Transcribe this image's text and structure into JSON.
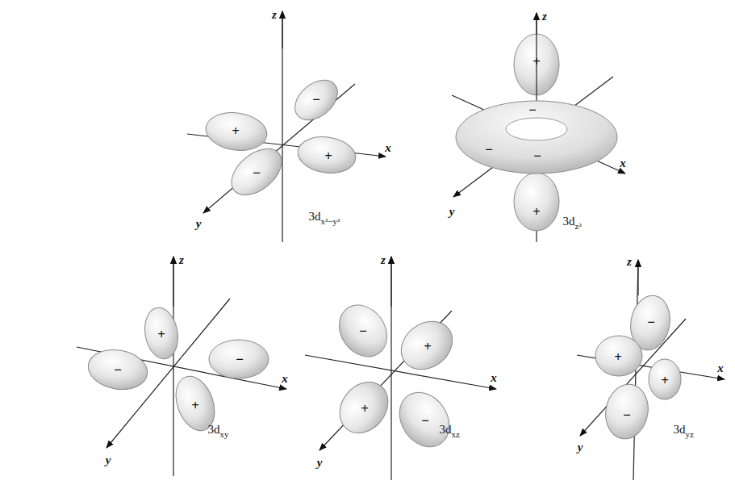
{
  "diagram": {
    "labels": [
      "z",
      "x",
      "y",
      "+",
      "−",
      "+",
      "−",
      "3d",
      "x²−y²",
      "z",
      "+",
      "−",
      "−",
      "−",
      "x",
      "y",
      "+",
      "3d",
      "z²",
      "z",
      "+",
      "−",
      "−",
      "+",
      "x",
      "y",
      "3d",
      "xy",
      "z",
      "−",
      "+",
      "x",
      "+",
      "y",
      "−",
      "3d",
      "xz",
      "z",
      "−",
      "+",
      "x",
      "+",
      "y",
      "−",
      "3d",
      "yz"
    ]
  }
}
